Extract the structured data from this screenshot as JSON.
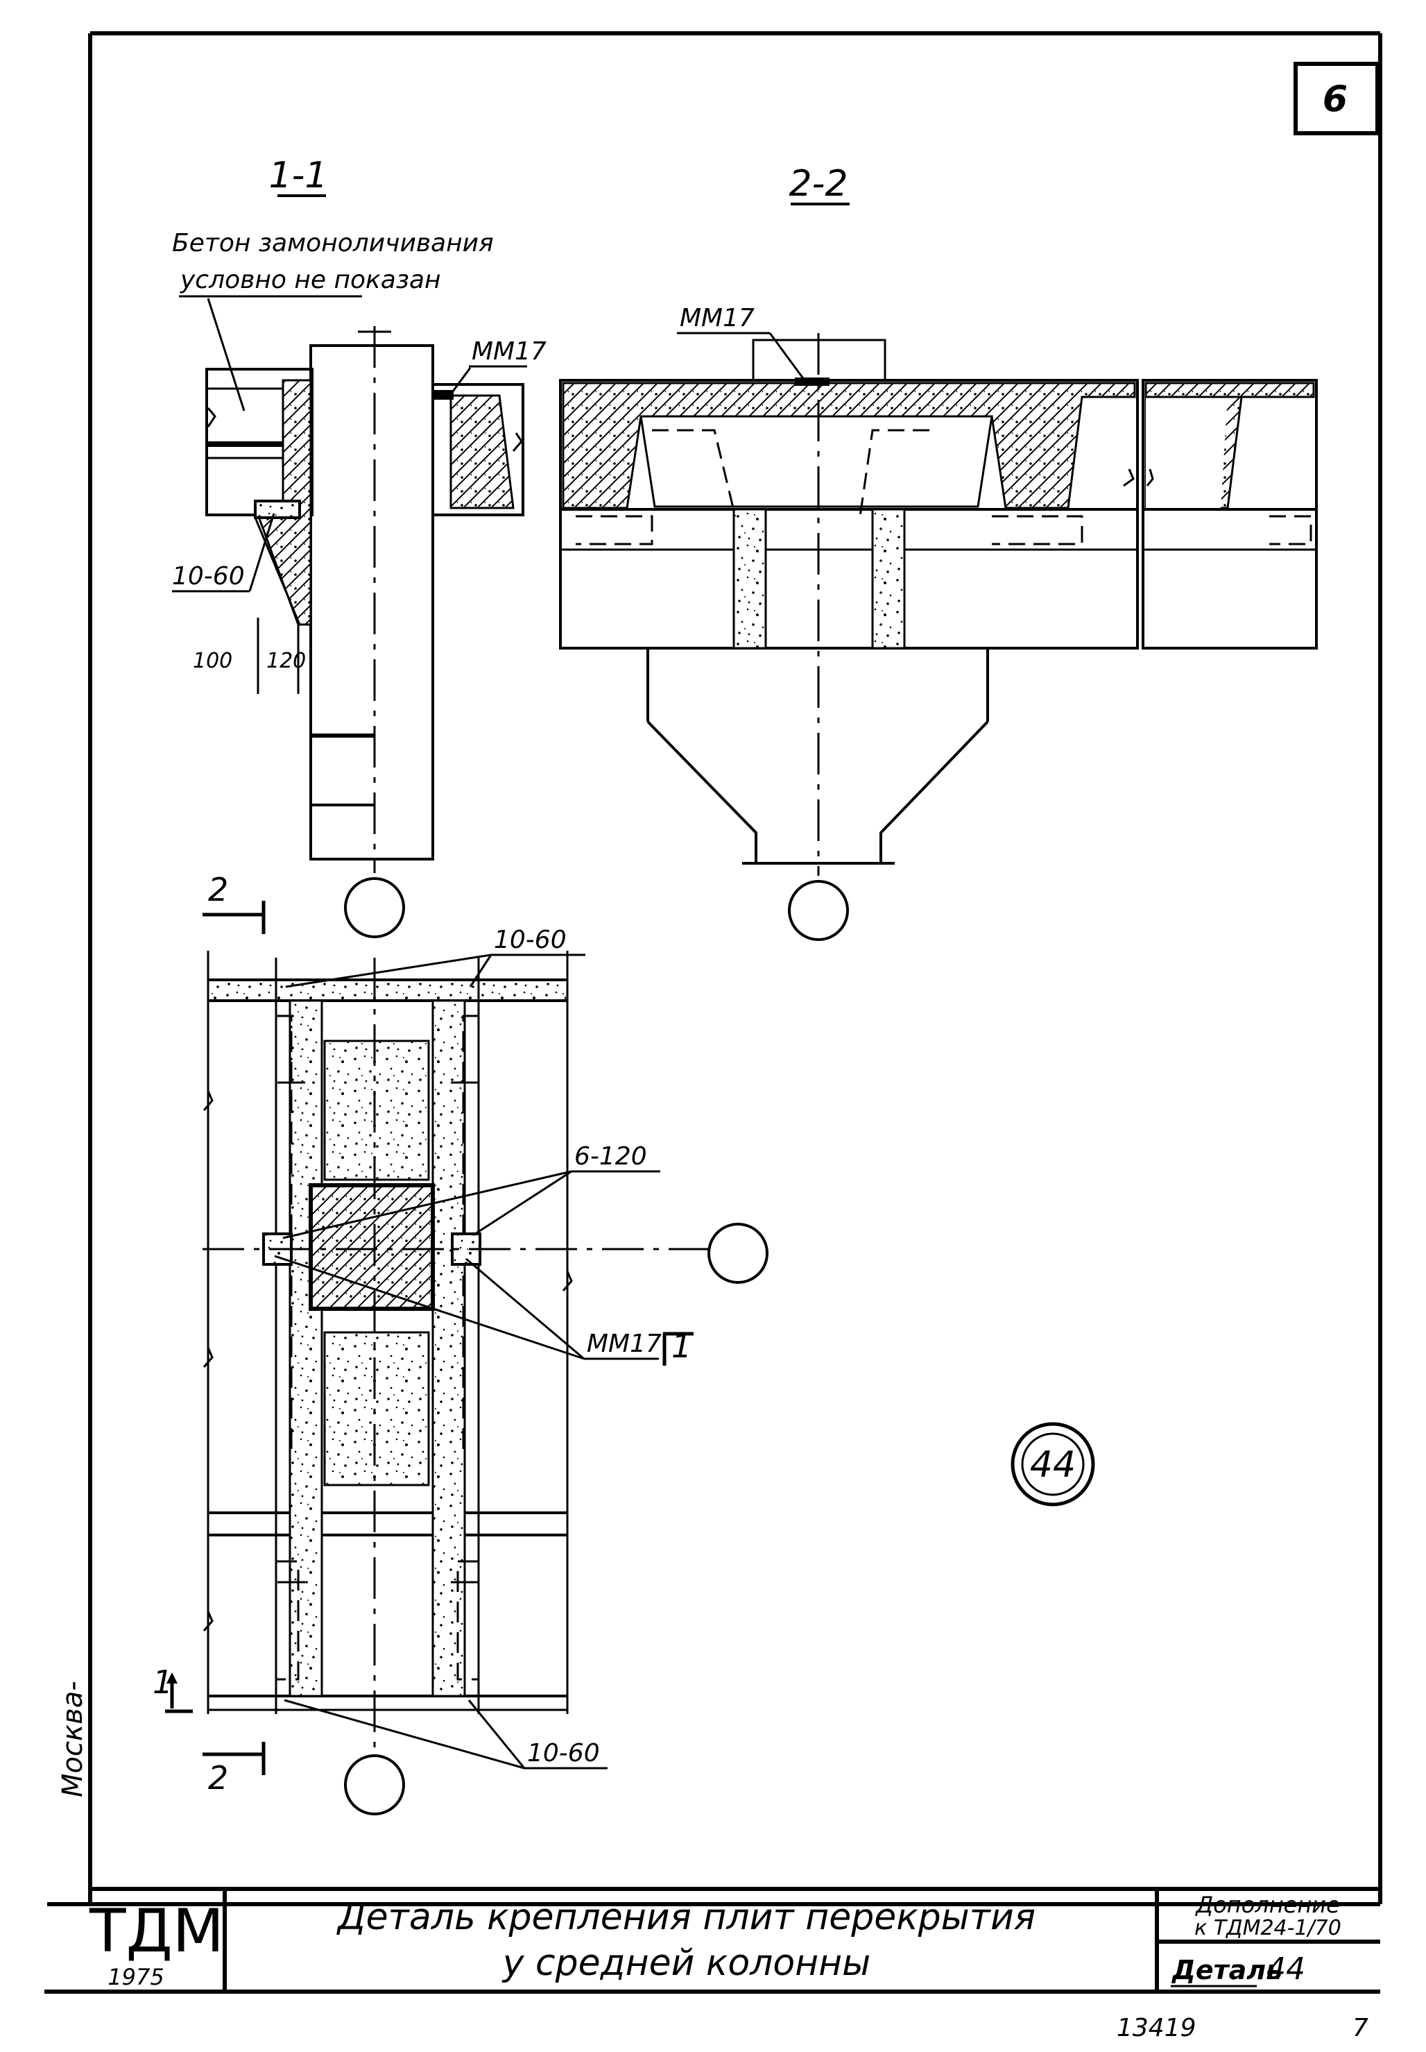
{
  "sheet": {
    "corner_mark": "6",
    "side_city": "Москва-",
    "bottom_numbers": {
      "archive": "13419",
      "page": "7"
    }
  },
  "section_1_1": {
    "title": "1-1",
    "note_line1": "Бетон замоноличивания",
    "note_line2": "условно не показан",
    "part_mm17": "ММ17",
    "weld_10_60": "10-60",
    "dim_100": "100",
    "dim_120": "120"
  },
  "section_2_2": {
    "title": "2-2",
    "part_mm17": "ММ17"
  },
  "plan": {
    "cut2_top": "2",
    "cut2_bottom": "2",
    "cut1_left": "1",
    "cut1_right": "1",
    "weld_top": "10-60",
    "weld_bottom": "10-60",
    "weld_mid": "6-120",
    "part_mm17": "ММ17"
  },
  "detail_badge": "44",
  "title_block": {
    "logo": "ТДМ",
    "year": "1975",
    "title_line1": "Деталь крепления плит перекрытия",
    "title_line2": "у средней колонны",
    "supplement_line1": "Дополнение",
    "supplement_line2": "к ТДМ24-1/70",
    "detail_label": "Деталь",
    "detail_number": "44"
  }
}
